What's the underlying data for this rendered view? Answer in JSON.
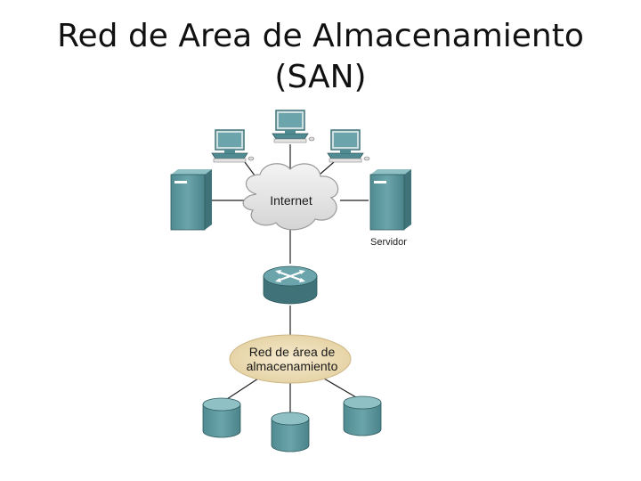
{
  "slide": {
    "title_line1": "Red de Area de Almacenamiento",
    "title_line2": "(SAN)"
  },
  "diagram": {
    "cloud_label": "Internet",
    "server_label": "Servidor",
    "san_label_line1": "Red de área de",
    "san_label_line2": "almacenamiento",
    "nodes": [
      "workstation",
      "workstation",
      "workstation",
      "server",
      "server",
      "router",
      "storage-disk",
      "storage-disk",
      "storage-disk"
    ],
    "colors": {
      "device_teal": "#5f9aa0",
      "device_dark": "#3f7379",
      "cloud": "#e6e6e6",
      "san_ellipse": "#ead9b0",
      "link": "#222222"
    }
  }
}
